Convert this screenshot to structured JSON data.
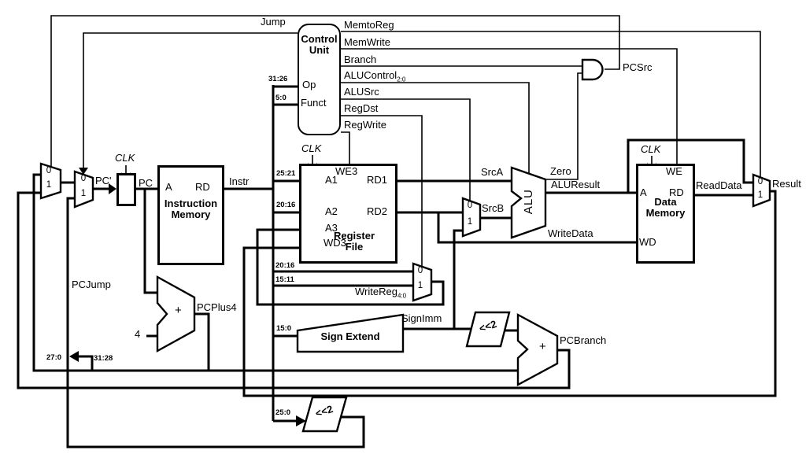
{
  "signals": {
    "jump": "Jump",
    "pcsrc": "PCSrc",
    "memtoreg": "MemtoReg",
    "memwrite": "MemWrite",
    "branch": "Branch",
    "alucontrol_base": "ALUControl",
    "alucontrol_sub": "2:0",
    "alusrc": "ALUSrc",
    "regdst": "RegDst",
    "regwrite": "RegWrite",
    "zero": "Zero",
    "aluresult": "ALUResult",
    "readdata": "ReadData",
    "result": "Result",
    "writedata": "WriteData",
    "srca": "SrcA",
    "srcb": "SrcB",
    "signimm": "SignImm",
    "instr": "Instr",
    "pc": "PC",
    "pc_next": "PC'",
    "pcplus4": "PCPlus4",
    "pcbranch": "PCBranch",
    "pcjump": "PCJump",
    "writereg_base": "WriteReg",
    "writereg_sub": "4:0",
    "clk": "CLK",
    "four": "4",
    "plus": "+",
    "shift2": "<<2",
    "alu": "ALU"
  },
  "slices": {
    "op": "31:26",
    "funct": "5:0",
    "rs": "25:21",
    "rt": "20:16",
    "rd": "15:11",
    "imm": "15:0",
    "jump": "25:0",
    "jump_low": "27:0",
    "pc_high": "31:28"
  },
  "blocks": {
    "control": "Control\nUnit",
    "imem": "Instruction\nMemory",
    "regfile": "Register\nFile",
    "dmem": "Data\nMemory",
    "signext": "Sign Extend"
  },
  "ports": {
    "op": "Op",
    "funct": "Funct",
    "a": "A",
    "rd": "RD",
    "a1": "A1",
    "a2": "A2",
    "a3": "A3",
    "wd3": "WD3",
    "we3": "WE3",
    "rd1": "RD1",
    "rd2": "RD2",
    "we": "WE",
    "wd": "WD"
  },
  "mux": {
    "zero": "0",
    "one": "1"
  }
}
